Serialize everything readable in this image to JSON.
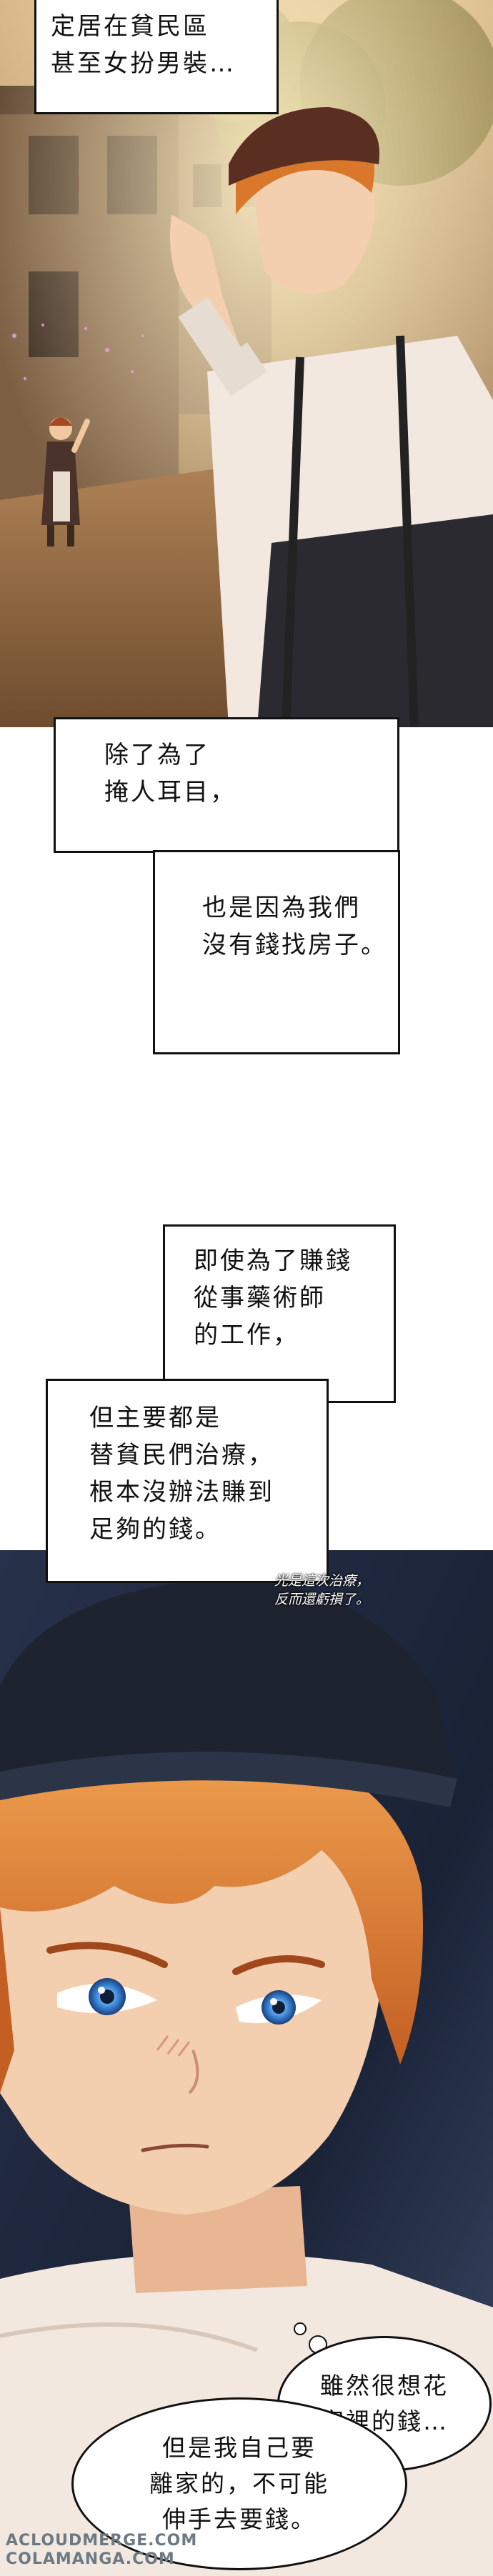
{
  "panel1": {
    "caption_lines": [
      "定居在貧民區",
      "甚至女扮男裝…"
    ]
  },
  "panel2": {
    "box1_lines": [
      "除了為了",
      "掩人耳目，"
    ],
    "box2_lines": [
      "也是因為我們",
      "沒有錢找房子。"
    ]
  },
  "panel3": {
    "box1_lines": [
      "即使為了賺錢",
      "從事藥術師",
      "的工作，"
    ],
    "box2_lines": [
      "但主要都是",
      "替貧民們治療，",
      "根本沒辦法賺到",
      "足夠的錢。"
    ],
    "sfx_lines": [
      "光是這次治療，",
      "反而還虧損了。"
    ],
    "thought_lines": [
      "雖然很想花",
      "家裡的錢…"
    ],
    "speech_lines": [
      "但是我自己要",
      "離家的，不可能",
      "伸手去要錢。"
    ]
  },
  "watermark": {
    "line1": "ACLOUDMERGE.COM",
    "line2": "COLAMANGA.COM"
  },
  "colors": {
    "ink": "#111111",
    "paper": "#ffffff",
    "shirt": "#f2e8e0",
    "hat": "#1e2330",
    "hair": "#d9772a",
    "eyes": "#3f8ee0"
  }
}
